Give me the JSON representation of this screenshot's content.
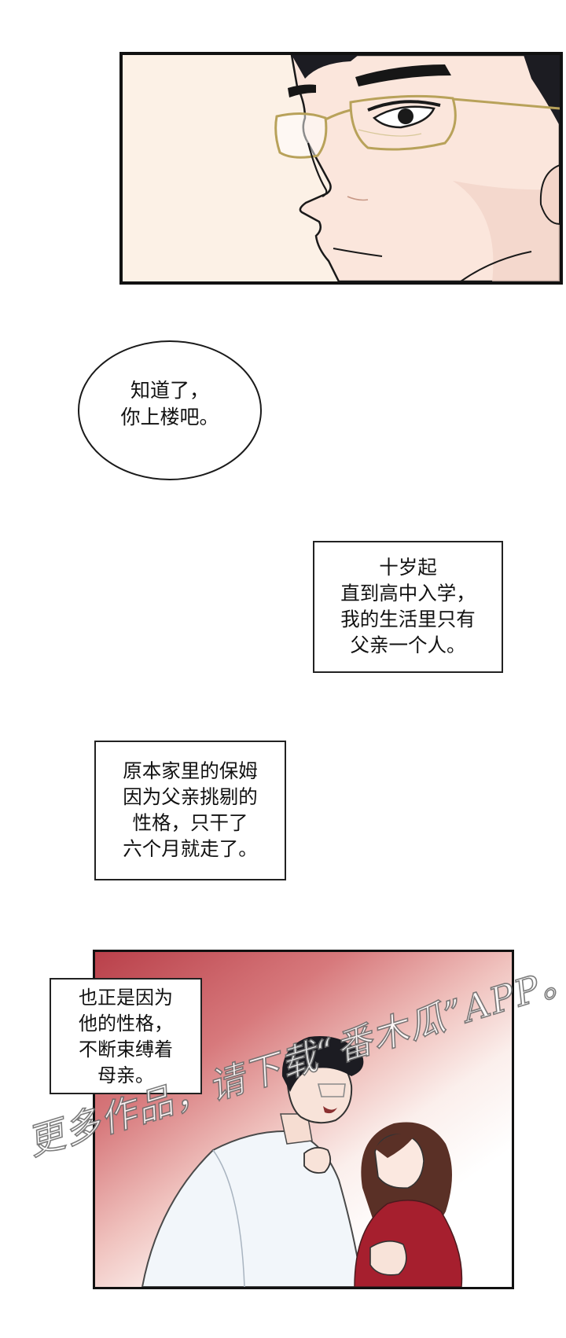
{
  "speech_bubble": {
    "line1": "知道了，",
    "line2": "你上楼吧。"
  },
  "narration_1": {
    "line1": "十岁起",
    "line2": "直到高中入学，",
    "line3": "我的生活里只有",
    "line4": "父亲一个人。"
  },
  "narration_2": {
    "line1": "原本家里的保姆",
    "line2": "因为父亲挑剔的",
    "line3": "性格，只干了",
    "line4": "六个月就走了。"
  },
  "narration_3": {
    "line1": "也正是因为",
    "line2": "他的性格，",
    "line3": "不断束缚着",
    "line4": "母亲。"
  },
  "watermark": {
    "text": "更多作品，请下载“番木瓜”APP。"
  },
  "colors": {
    "panel_border": "#111111",
    "skin": "#fbe6dc",
    "background_red": "#b9404a",
    "hair": "#1c1c22"
  }
}
